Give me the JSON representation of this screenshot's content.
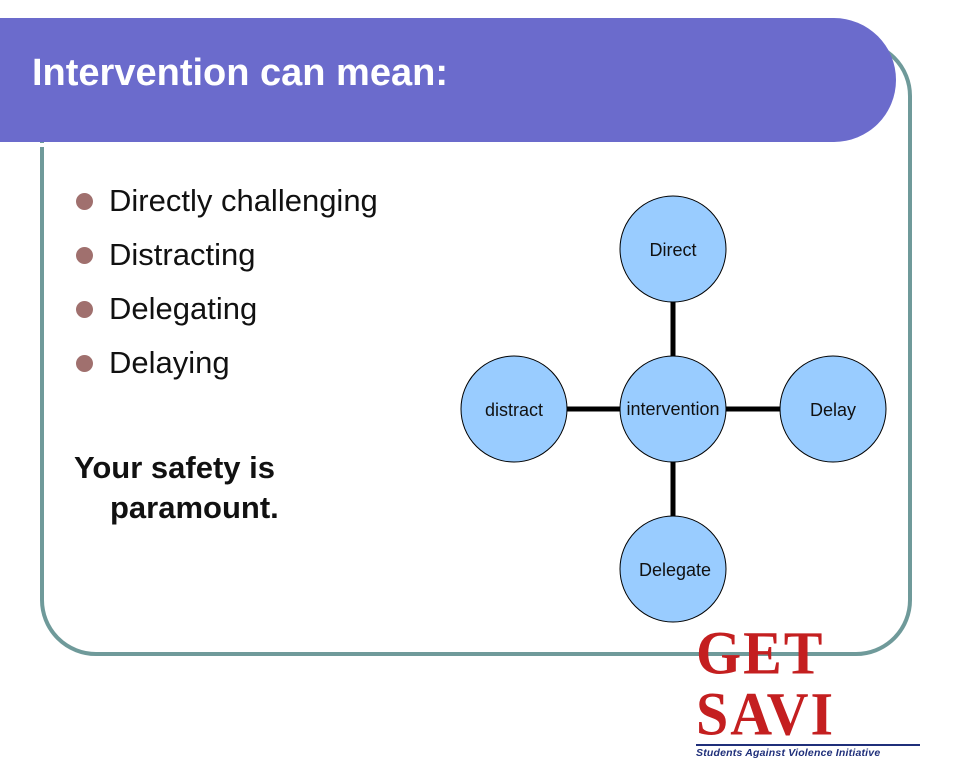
{
  "slide": {
    "title": "Intervention can mean:",
    "bullets": [
      "Directly challenging",
      "Distracting",
      "Delegating",
      "Delaying"
    ],
    "safety_note": "Your safety is paramount."
  },
  "diagram": {
    "center": "intervention",
    "nodes": {
      "top": "Direct",
      "right": "Delay",
      "bottom": "Delegate",
      "left": "distract"
    },
    "colors": {
      "node_fill": "#99ccff",
      "node_stroke": "#000000",
      "connector": "#000000"
    }
  },
  "logo": {
    "main": "GET SAVI",
    "sub": "Students Against Violence Initiative"
  },
  "colors": {
    "title_bar": "#6b6bcc",
    "frame": "#6f9a9a",
    "bullet": "#a0706e",
    "logo_red": "#c41f20",
    "logo_blue": "#1f2f7a"
  }
}
